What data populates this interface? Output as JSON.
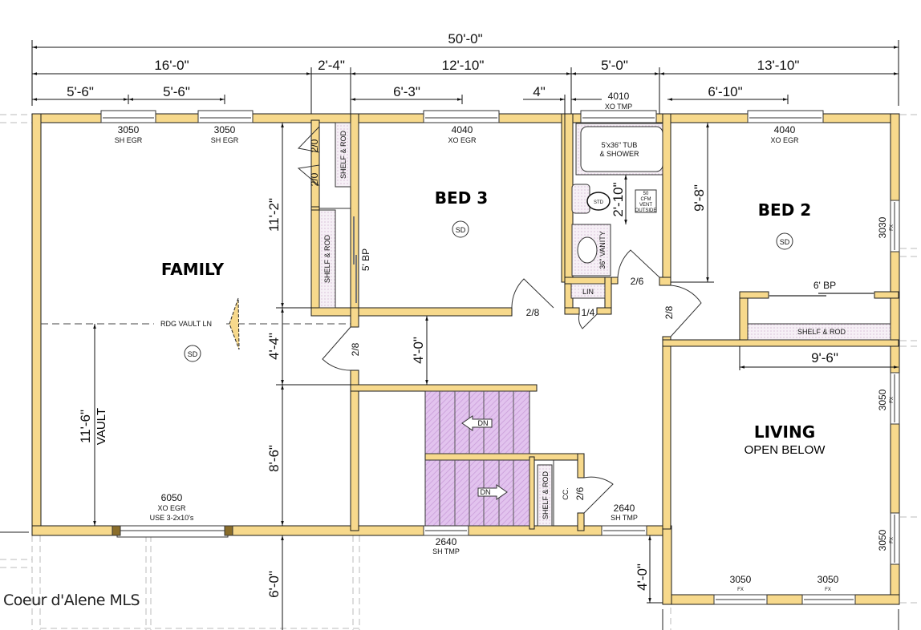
{
  "plan": {
    "overall_width": "50'-0\"",
    "top_dims_row2": [
      "16'-0\"",
      "2'-4\"",
      "12'-10\"",
      "5'-0\"",
      "13'-10\""
    ],
    "top_dims_row3": [
      "5'-6\"",
      "5'-6\"",
      "6'-3\"",
      "4\"",
      "6'-10\""
    ],
    "rooms": {
      "family": {
        "name": "FAMILY",
        "ceiling": "RDG VAULT LN",
        "smoke": "SD",
        "vault_dim": "11'-6\"",
        "vault_label": "VAULT"
      },
      "bed3": {
        "name": "BED 3",
        "smoke": "SD"
      },
      "bed2": {
        "name": "BED 2",
        "smoke": "SD"
      },
      "living": {
        "name": "LIVING",
        "sub": "OPEN BELOW"
      }
    },
    "windows": {
      "w1": {
        "size": "3050",
        "type": "SH EGR"
      },
      "w2": {
        "size": "3050",
        "type": "SH EGR"
      },
      "w3": {
        "size": "4040",
        "type": "XO EGR"
      },
      "w4": {
        "size": "4010",
        "type": "XO TMP"
      },
      "w5": {
        "size": "4040",
        "type": "XO EGR"
      },
      "w6": {
        "size": "3030",
        "type": "FX"
      },
      "w7": {
        "size": "3050",
        "type": "FX"
      },
      "w8": {
        "size": "3050",
        "type": "FX"
      },
      "w9": {
        "size": "3050",
        "type": "FX"
      },
      "w10": {
        "size": "3050",
        "type": "FX"
      },
      "w11": {
        "size": "6050",
        "type": "XO EGR",
        "note": "USE 3-2x10's"
      },
      "w12": {
        "size": "2640",
        "type": "SH TMP"
      },
      "w13": {
        "size": "2640",
        "type": "SH TMP"
      }
    },
    "doors": {
      "closet_a": "2/0",
      "closet_b": "2/0",
      "bed3": "2/8",
      "bath": "2/6",
      "linen": "1/4",
      "bed2": "2/8",
      "family": "2/8",
      "coat": "2/6"
    },
    "closets": {
      "shelf_rod": "SHELF & ROD",
      "bypass_5": "5' BP",
      "bypass_6": "6' BP",
      "linen": "LIN",
      "coat": "CC."
    },
    "bath": {
      "tub": "5'x36\" TUB",
      "tub2": "& SHOWER",
      "toilet": "STD",
      "vanity": "36\" VANITY",
      "vent": [
        "50",
        "CFM",
        "VENT",
        "OUTSIDE"
      ]
    },
    "stairs": {
      "label": "DN"
    },
    "vertical_dims": {
      "family_upper": "11'-2\"",
      "hall": "4'-4\"",
      "lower": "8'-6\"",
      "outside": "6'-0\"",
      "bath": "2'-10\"",
      "bed2": "9'-8\"",
      "hall2": "4'-0\"",
      "living_w": "9'-6\"",
      "jog": "4'-0\""
    }
  },
  "watermark": "Coeur d'Alene MLS"
}
